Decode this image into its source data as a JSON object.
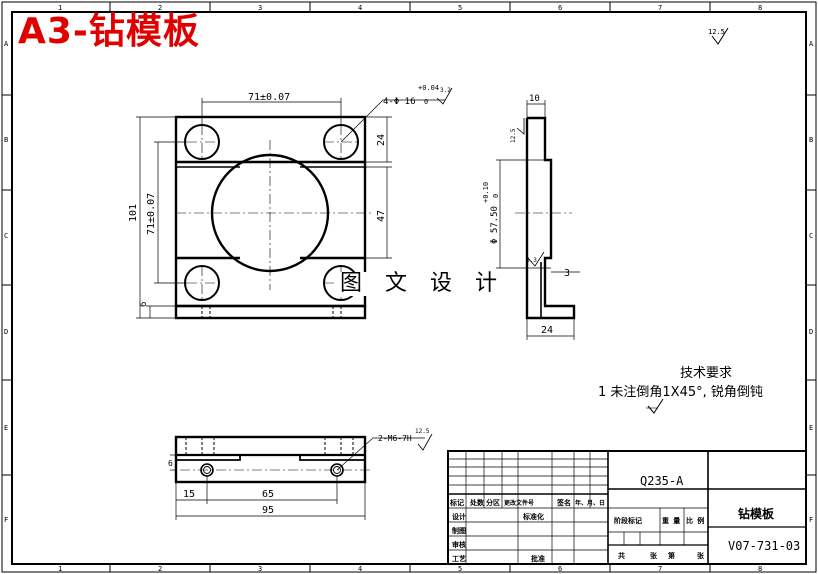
{
  "title": "A3-钻模板",
  "watermark": "图 文 设 计",
  "border": {
    "top_cols": [
      "1",
      "2",
      "3",
      "4",
      "5",
      "6",
      "7",
      "8"
    ],
    "side_rows": [
      "A",
      "B",
      "C",
      "D",
      "E",
      "F"
    ]
  },
  "roughness": {
    "general": "12.5",
    "hole": "3.2",
    "side_top": "12.5",
    "side_step": "6.3",
    "bottom_thread": "12.5"
  },
  "dims": {
    "front_width": "71±0.07",
    "front_height_total": "101",
    "front_height_holes": "71±0.07",
    "front_top": "24",
    "front_mid": "47",
    "front_bottom": "6",
    "holes": "4-Φ 16",
    "holes_tol_upper": "+0.04",
    "holes_tol_lower": "0",
    "side_top": "10",
    "side_step": "3",
    "side_width": "24",
    "side_bore": "Φ 57.50",
    "side_bore_tol_upper": "+0.10",
    "side_bore_tol_lower": "0",
    "bottom_thread": "2-M6-7H",
    "bottom_a": "15",
    "bottom_b": "65",
    "bottom_total": "95",
    "bottom_small": "6"
  },
  "requirements": {
    "heading": "技术要求",
    "item1": "1  未注倒角1X45°, 锐角倒钝"
  },
  "titleblock": {
    "material": "Q235-A",
    "part_name": "钻模板",
    "drawing_no": "V07-731-03",
    "row_labels": [
      "标记",
      "处数",
      "分区",
      "更改文件号",
      "签名",
      "年、月、日"
    ],
    "design": "设计",
    "standardize": "标准化",
    "draw": "制图",
    "check": "审核",
    "process": "工艺",
    "approve": "批准",
    "stage_mark": "阶段标记",
    "weight": "重 量",
    "scale": "比 例",
    "total_sheets": "共",
    "sheet_word": "张",
    "sheet_no": "第",
    "sheet_end": "张"
  }
}
